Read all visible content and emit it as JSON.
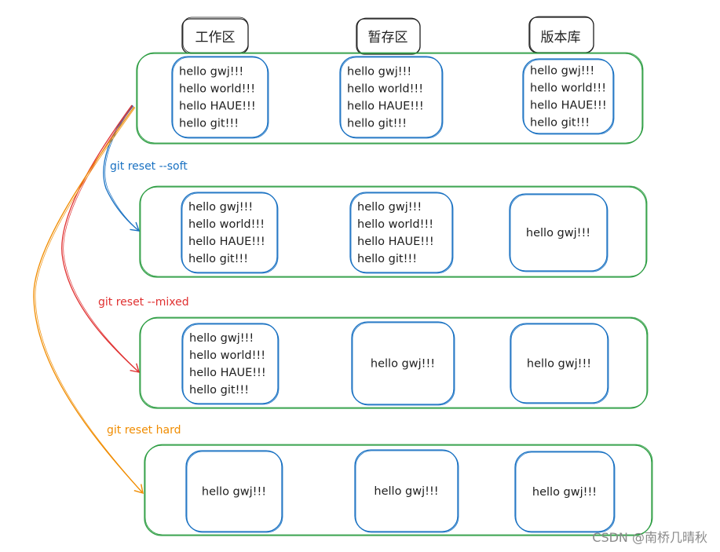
{
  "headers": [
    "工作区",
    "暂存区",
    "版本库"
  ],
  "colors": {
    "row_border": "#2f9e44",
    "box_border": "#1971c2",
    "header_border": "#1e1e1e",
    "soft": "#1971c2",
    "mixed": "#e03131",
    "hard": "#f08c00"
  },
  "rows": [
    {
      "label": "",
      "boxes": [
        [
          "hello gwj!!!",
          "hello world!!!",
          "hello HAUE!!!",
          "hello git!!!"
        ],
        [
          "hello gwj!!!",
          "hello world!!!",
          "hello HAUE!!!",
          "hello git!!!"
        ],
        [
          "hello gwj!!!",
          "hello world!!!",
          "hello HAUE!!!",
          "hello git!!!"
        ]
      ]
    },
    {
      "label": "git reset --soft",
      "boxes": [
        [
          "hello gwj!!!",
          "hello world!!!",
          "hello HAUE!!!",
          "hello git!!!"
        ],
        [
          "hello gwj!!!",
          "hello world!!!",
          "hello HAUE!!!",
          "hello git!!!"
        ],
        [
          "hello gwj!!!"
        ]
      ]
    },
    {
      "label": "git reset --mixed",
      "boxes": [
        [
          "hello gwj!!!",
          "hello world!!!",
          "hello HAUE!!!",
          "hello git!!!"
        ],
        [
          "hello gwj!!!"
        ],
        [
          "hello gwj!!!"
        ]
      ]
    },
    {
      "label": "git reset hard",
      "boxes": [
        [
          "hello gwj!!!"
        ],
        [
          "hello gwj!!!"
        ],
        [
          "hello gwj!!!"
        ]
      ]
    }
  ],
  "watermark": "CSDN @南桥几晴秋"
}
